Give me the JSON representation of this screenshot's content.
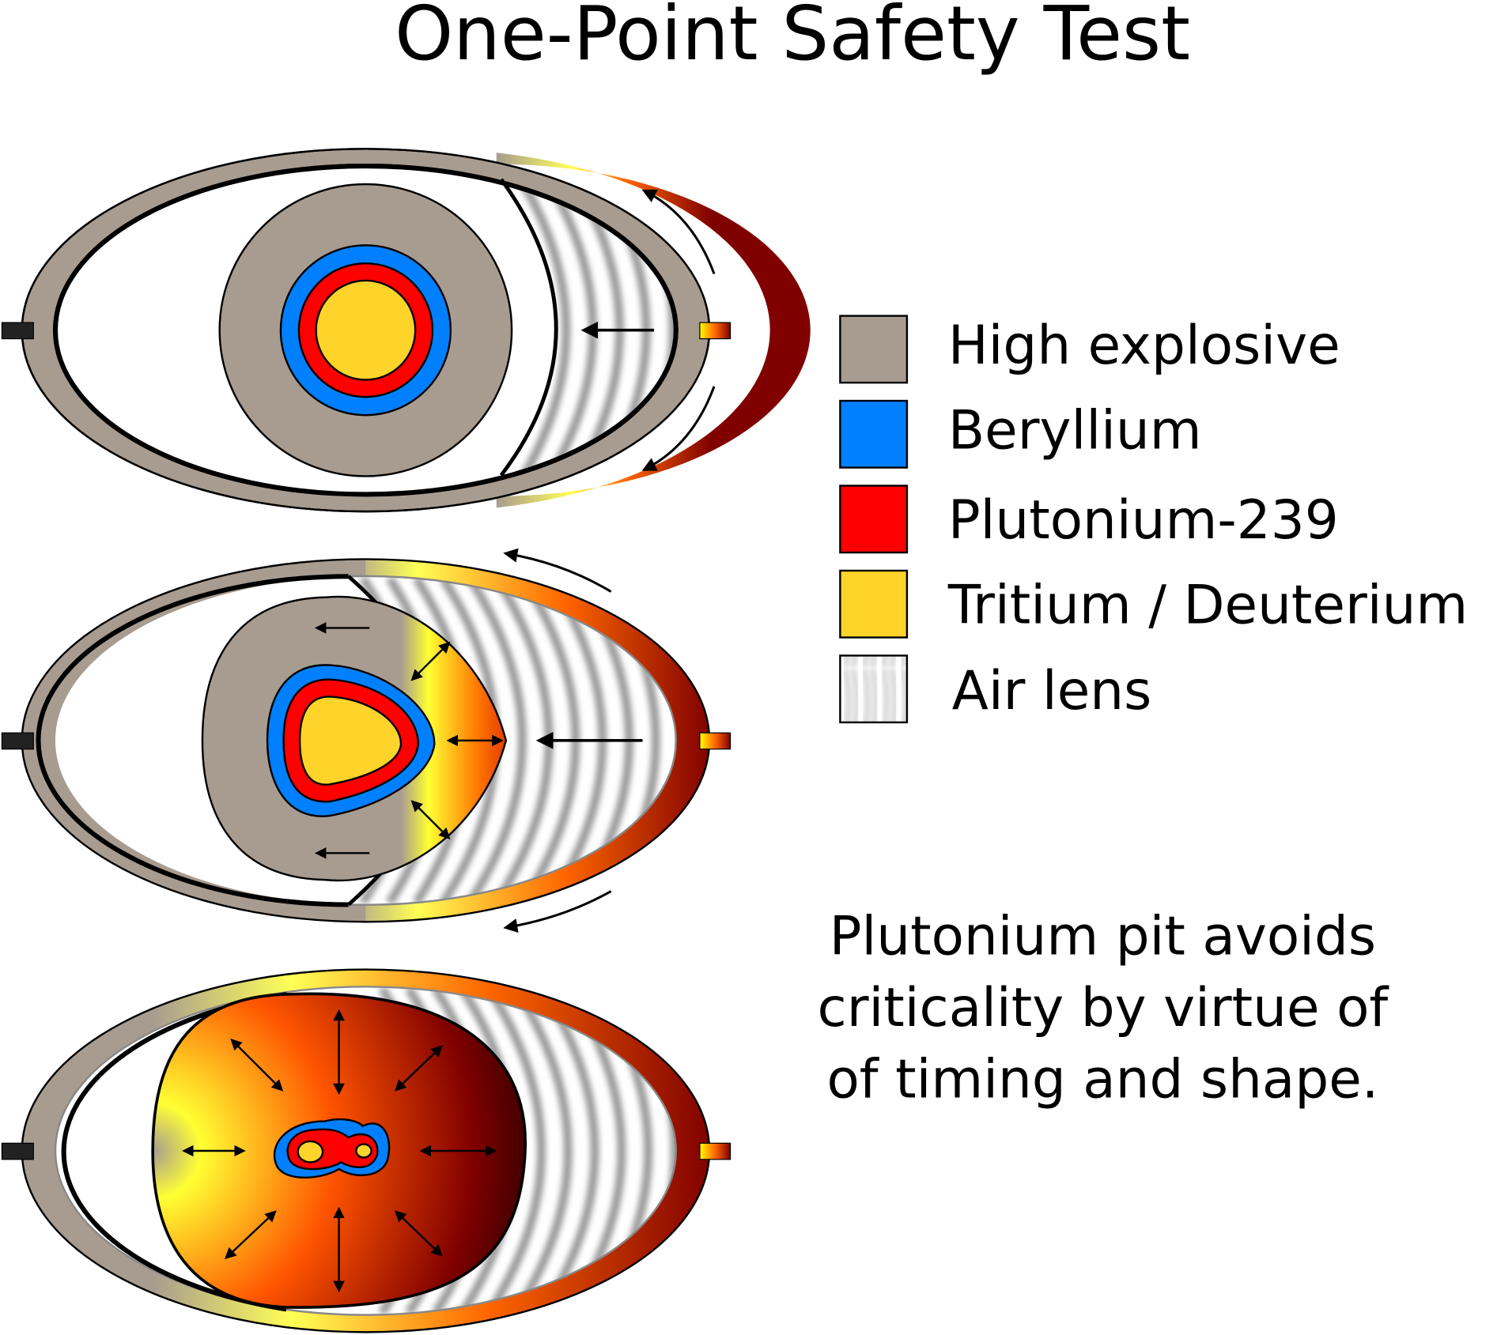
{
  "title": "One-Point Safety Test",
  "legend": [
    {
      "label": "High explosive",
      "color": "#a89c91"
    },
    {
      "label": "Beryllium",
      "color": "#0080ff"
    },
    {
      "label": "Plutonium-239",
      "color": "#ff0000"
    },
    {
      "label": "Tritium / Deuterium",
      "color": "#ffd42a"
    },
    {
      "label": "Air lens",
      "color": "#ffffff"
    }
  ],
  "caption": [
    "Plutonium pit avoids",
    "criticality by virtue of",
    "of timing and shape."
  ],
  "colors": {
    "high_explosive": "#a89c91",
    "beryllium": "#0080ff",
    "plutonium": "#ff0000",
    "fusion_fuel": "#ffd42a",
    "detonation_hot": "#ffff33",
    "detonation_mid": "#ff5500",
    "detonation_dark": "#800000"
  }
}
